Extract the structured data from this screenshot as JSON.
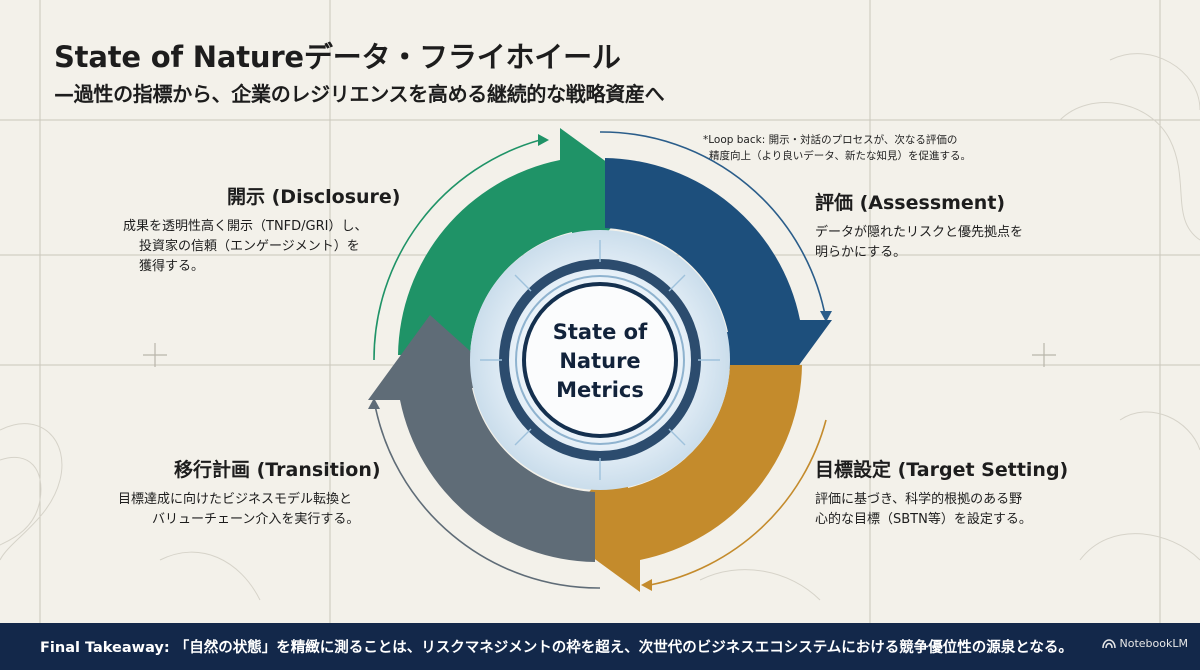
{
  "title": "State of Natureデータ・フライホイール",
  "subtitle": "—過性の指標から、企業のレジリエンスを高める継続的な戦略資産へ",
  "loop_note": {
    "line1": "*Loop back: 開示・対話のプロセスが、次なる評価の",
    "line2": "精度向上（より良いデータ、新たな知見）を促進する。"
  },
  "center": {
    "line1": "State of",
    "line2": "Nature",
    "line3": "Metrics"
  },
  "stages": {
    "disclosure": {
      "heading": "開示 (Disclosure)",
      "line1": "成果を透明性高く開示（TNFD/GRI）し、",
      "line2": "投資家の信頼（エンゲージメント）を",
      "line3": "獲得する。",
      "color": "#1f9367"
    },
    "assessment": {
      "heading": "評価 (Assessment)",
      "line1": "データが隠れたリスクと優先拠点を",
      "line2": "明らかにする。",
      "color": "#1d4f7c"
    },
    "transition": {
      "heading": "移行計画 (Transition)",
      "line1": "目標達成に向けたビジネスモデル転換と",
      "line2": "バリューチェーン介入を実行する。",
      "color": "#5f6c77"
    },
    "target": {
      "heading": "目標設定 (Target Setting)",
      "line1": "評価に基づき、科学的根拠のある野",
      "line2": "心的な目標（SBTN等）を設定する。",
      "color": "#c48b2c"
    }
  },
  "footer": {
    "text": "Final Takeaway: 「自然の状態」を精緻に測ることは、リスクマネジメントの枠を超え、次世代のビジネスエコシステムにおける競争優位性の源泉となる。",
    "brand": "NotebookLM"
  }
}
